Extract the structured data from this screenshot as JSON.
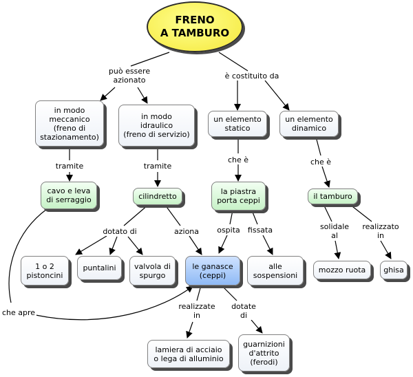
{
  "diagram": {
    "root": "FRENO\nA TAMBURO",
    "nodes": {
      "meccanico": "in modo\nmeccanico\n(freno di\nstazionamento)",
      "idraulico": "in modo\nidraulico\n(freno di servizio)",
      "statico": "un elemento\nstatico",
      "dinamico": "un elemento\ndinamico",
      "cavo": "cavo e leva\ndi serraggio",
      "cilindretto": "cilindretto",
      "piastra": "la piastra\nporta ceppi",
      "tamburo": "il tamburo",
      "pistoncini": "1 o 2\npistoncini",
      "puntalini": "puntalini",
      "valvola": "valvola di\nspurgo",
      "ganasce": "le ganasce\n(ceppi)",
      "sospensioni": "alle\nsospensioni",
      "mozzo": "mozzo ruota",
      "ghisa": "ghisa",
      "lamiera": "lamiera di acciaio\no lega di alluminio",
      "guarnizioni": "guarnizioni\nd'attrito\n(ferodi)"
    },
    "labels": {
      "puo_essere": "può essere\nazionato",
      "costituito": "è costituito da",
      "tramite1": "tramite",
      "tramite2": "tramite",
      "che_e1": "che è",
      "che_e2": "che è",
      "dotato_di": "dotato di",
      "aziona": "aziona",
      "ospita": "ospita",
      "fissata": "fissata",
      "solidale": "solidale\nal",
      "realizzato": "realizzato\nin",
      "realizzate": "realizzate\nin",
      "dotate": "dotate\ndi",
      "che_apre": "che apre"
    }
  }
}
